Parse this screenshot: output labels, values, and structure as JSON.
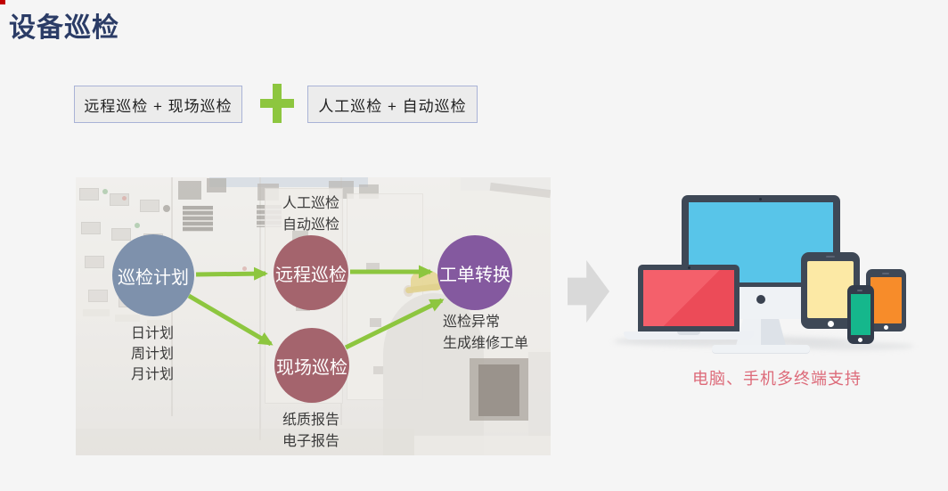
{
  "page": {
    "title": "设备巡检"
  },
  "formula": {
    "left_box": "远程巡检 + 现场巡检",
    "right_box": "人工巡检 + 自动巡检"
  },
  "icons": {
    "plus": "+",
    "flow_arrow": "→"
  },
  "flow": {
    "nodes": {
      "plan": {
        "label": "巡检计划"
      },
      "remote": {
        "label": "远程巡检"
      },
      "onsite": {
        "label": "现场巡检"
      },
      "order": {
        "label": "工单转换"
      }
    },
    "notes": {
      "remote_inputs": {
        "line1": "人工巡检",
        "line2": "自动巡检"
      },
      "plan_types": {
        "line1": "日计划",
        "line2": "周计划",
        "line3": "月计划"
      },
      "onsite_outputs": {
        "line1": "纸质报告",
        "line2": "电子报告"
      },
      "order_result": {
        "line1": "巡检异常",
        "line2": "生成维修工单"
      }
    }
  },
  "terminals": {
    "caption": "电脑、手机多终端支持"
  },
  "colors": {
    "slide_bg": "#f5f5f5",
    "title_text": "#2b3c66",
    "corner_mark": "#c00000",
    "accent_green": "#8dc63f",
    "box_fill": "#ececec",
    "box_border": "#a9b3d6",
    "node_plan": "#7e91ac",
    "node_inspection": "#a4646d",
    "node_workorder": "#84599f",
    "caption_text": "#dd6a79",
    "gray_arrow": "#d9d9d9",
    "device_frame": "#3e4856",
    "monitor_screen": "#58c5e9",
    "laptop_screen": "#ec4b58",
    "laptop_screen_light": "#f4606b",
    "tablet_screen": "#fce9a5",
    "phone_screen": "#15b78c",
    "phablet_screen": "#f78c2a"
  }
}
